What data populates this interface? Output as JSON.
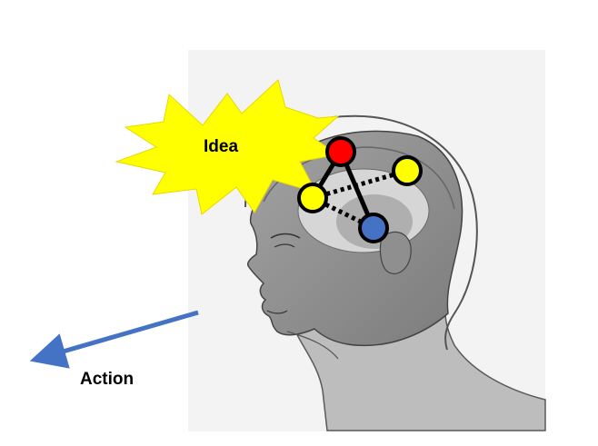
{
  "labels": {
    "idea": "Idea",
    "action": "Action"
  },
  "colors": {
    "burst_fill": "#ffff00",
    "node_red": "#ff0000",
    "node_yellow": "#ffff00",
    "node_blue": "#4472c4",
    "arrow": "#4472c4",
    "head_shade": "#8d8d8d",
    "sketch_bg": "#f2f2f2"
  },
  "icons": {
    "head": "human-head-profile-sketch",
    "burst": "explosion-burst",
    "network": "node-network",
    "arrow": "left-down-arrow"
  }
}
